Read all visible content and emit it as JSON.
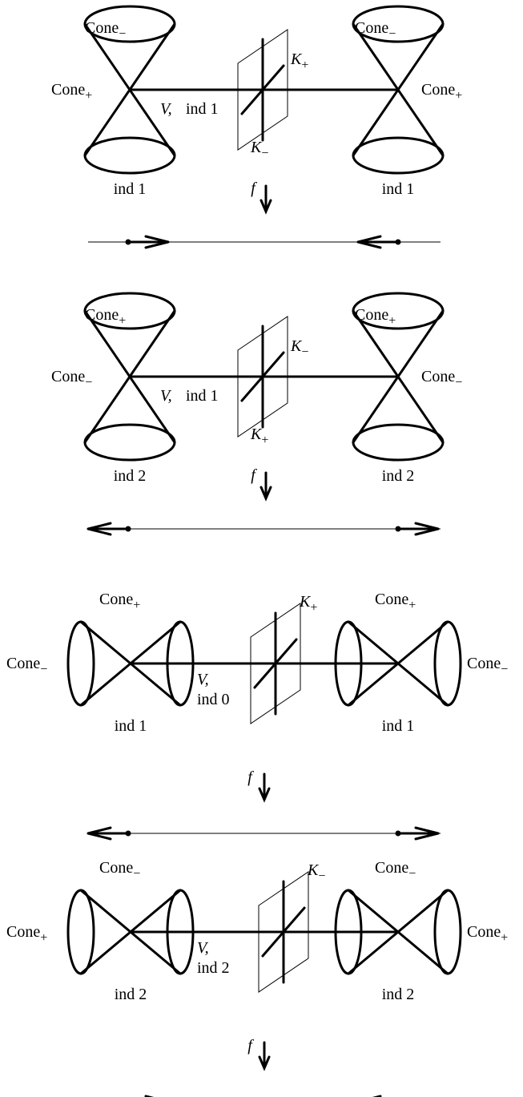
{
  "panels": [
    {
      "id": "panel-1",
      "orientation": "vertical",
      "cone_top_left": "Cone",
      "cone_top_left_sub": "−",
      "cone_top_right": "Cone",
      "cone_top_right_sub": "−",
      "cone_side_left": "Cone",
      "cone_side_left_sub": "+",
      "cone_side_right": "Cone",
      "cone_side_right_sub": "+",
      "k_upper": "K",
      "k_upper_sub": "+",
      "k_lower": "K",
      "k_lower_sub": "−",
      "v_label": "V,",
      "v_index": "ind 1",
      "ind_left": "ind 1",
      "ind_right": "ind 1",
      "f_label": "f",
      "flow": "inward"
    },
    {
      "id": "panel-2",
      "orientation": "vertical",
      "cone_top_left": "Cone",
      "cone_top_left_sub": "+",
      "cone_top_right": "Cone",
      "cone_top_right_sub": "+",
      "cone_side_left": "Cone",
      "cone_side_left_sub": "−",
      "cone_side_right": "Cone",
      "cone_side_right_sub": "−",
      "k_upper": "K",
      "k_upper_sub": "−",
      "k_lower": "K",
      "k_lower_sub": "+",
      "v_label": "V,",
      "v_index": "ind 1",
      "ind_left": "ind 2",
      "ind_right": "ind 2",
      "f_label": "f",
      "flow": "outward"
    },
    {
      "id": "panel-3",
      "orientation": "horizontal",
      "cone_top_left": "Cone",
      "cone_top_left_sub": "+",
      "cone_top_right": "Cone",
      "cone_top_right_sub": "+",
      "cone_side_left": "Cone",
      "cone_side_left_sub": "−",
      "cone_side_right": "Cone",
      "cone_side_right_sub": "−",
      "k_upper": "K",
      "k_upper_sub": "+",
      "v_label": "V,",
      "v_index": "ind 0",
      "ind_left": "ind 1",
      "ind_right": "ind 1",
      "f_label": "f",
      "flow": "outward"
    },
    {
      "id": "panel-4",
      "orientation": "horizontal",
      "cone_top_left": "Cone",
      "cone_top_left_sub": "−",
      "cone_top_right": "Cone",
      "cone_top_right_sub": "−",
      "cone_side_left": "Cone",
      "cone_side_left_sub": "+",
      "cone_side_right": "Cone",
      "cone_side_right_sub": "+",
      "k_upper": "K",
      "k_upper_sub": "−",
      "v_label": "V,",
      "v_index": "ind 2",
      "ind_left": "ind 2",
      "ind_right": "ind 2",
      "f_label": "f",
      "flow": "inward"
    }
  ]
}
